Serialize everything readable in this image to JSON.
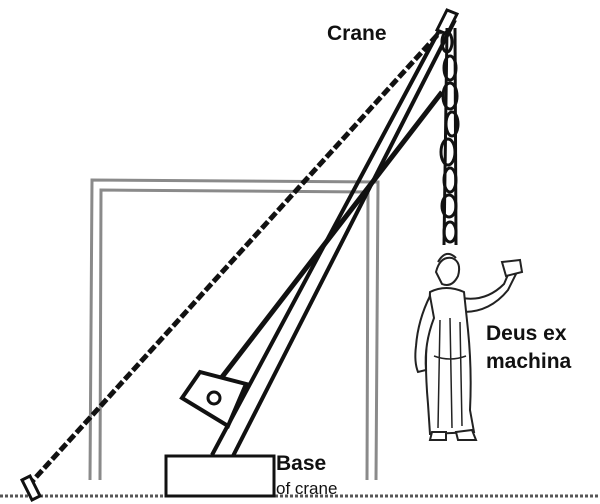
{
  "labels": {
    "crane": "Crane",
    "deus_line1": "Deus ex",
    "deus_line2": "machina",
    "base_line1": "Base",
    "base_line2": "of crane"
  },
  "colors": {
    "ink": "#111111",
    "frame": "#7a7a7a",
    "background": "#ffffff"
  }
}
